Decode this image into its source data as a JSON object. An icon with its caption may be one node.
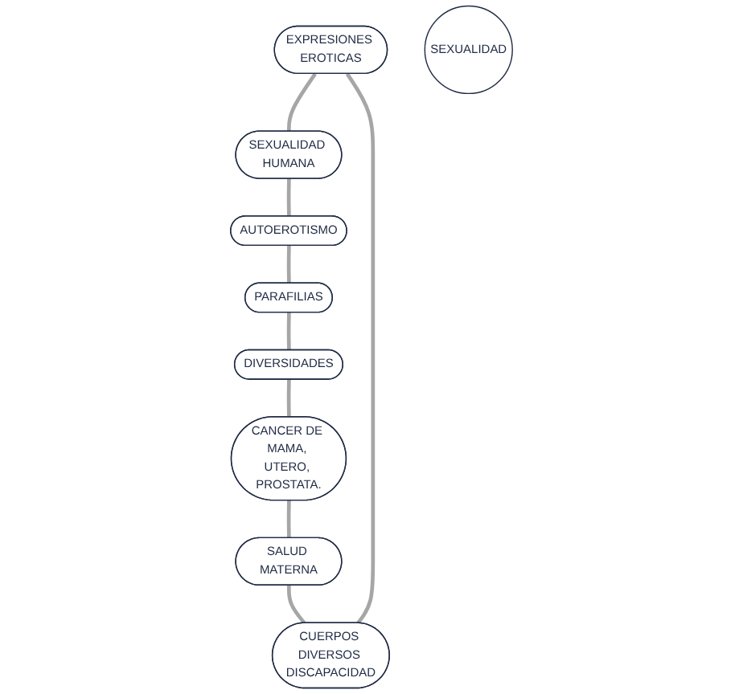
{
  "diagram": {
    "nodes": [
      {
        "text": [
          "EXPRESIONES EROTICAS"
        ]
      },
      {
        "text": [
          "SEXUALIDAD HUMANA"
        ]
      },
      {
        "text": [
          "AUTOEROTISMO"
        ]
      },
      {
        "text": [
          "PARAFILIAS"
        ]
      },
      {
        "text": [
          "DIVERSIDADES"
        ]
      },
      {
        "text": [
          "CANCER DE MAMA, UTERO, PROSTATA."
        ]
      },
      {
        "text": [
          "SALUD MATERNA"
        ]
      },
      {
        "text": [
          "CUERPOS DIVERSOS DISCAPACIDAD"
        ]
      },
      {
        "text": [
          "SEXUALIDAD"
        ]
      }
    ],
    "edges": [
      {
        "from": 0,
        "to": 1,
        "arrow": "none"
      },
      {
        "from": 1,
        "to": 2,
        "arrow": "none"
      },
      {
        "from": 2,
        "to": 3,
        "arrow": "none"
      },
      {
        "from": 3,
        "to": 4,
        "arrow": "none"
      },
      {
        "from": 4,
        "to": 5,
        "arrow": "none"
      },
      {
        "from": 5,
        "to": 6,
        "arrow": "none"
      },
      {
        "from": 6,
        "to": 7,
        "arrow": "none"
      },
      {
        "from": 7,
        "to": 0,
        "arrow": "none"
      }
    ]
  }
}
